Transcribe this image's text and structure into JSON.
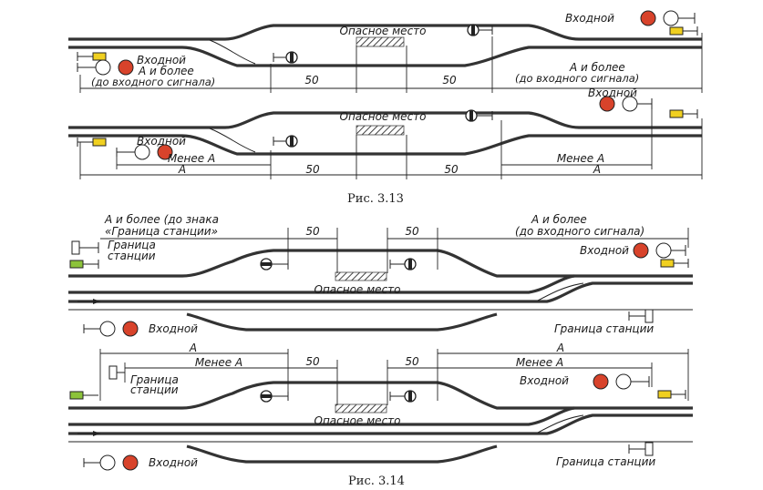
{
  "colors": {
    "track": "#333333",
    "signal_red": "#d8432b",
    "signal_white": "#ffffff",
    "signal_yellow": "#f0d020",
    "signal_green": "#8cc33a",
    "hatch": "#444444"
  },
  "fig313": {
    "caption": "Рис.  3.13",
    "top": {
      "danger": "Опасное место",
      "entry_left": "Входной",
      "entry_right": "Входной",
      "a_more_left_1": "А и более",
      "a_more_left_2": "(до входного сигнала)",
      "a_more_right_1": "А и более",
      "a_more_right_2": "(до входного сигнала)",
      "fifty_left": "50",
      "fifty_right": "50"
    },
    "bottom": {
      "danger": "Опасное место",
      "entry_left": "Входной",
      "entry_right": "Входной",
      "less_a_left": "Менее А",
      "a_left": "А",
      "less_a_right": "Менее А",
      "a_right": "А",
      "fifty_left": "50",
      "fifty_right": "50"
    }
  },
  "fig314": {
    "caption": "Рис.  3.14",
    "top": {
      "a_more_left_1": "А и более (до знака",
      "a_more_left_2": "«Граница станции»",
      "a_more_right_1": "А и более",
      "a_more_right_2": "(до входного сигнала)",
      "boundary_left_1": "Граница",
      "boundary_left_2": "станции",
      "boundary_right": "Граница станции",
      "entry_right": "Входной",
      "entry_left": "Входной",
      "danger": "Опасное место",
      "fifty_left": "50",
      "fifty_right": "50"
    },
    "bottom": {
      "a_left": "А",
      "less_a_left": "Менее А",
      "a_right": "А",
      "less_a_right": "Менее А",
      "boundary_left_1": "Граница",
      "boundary_left_2": "станции",
      "boundary_right": "Граница станции",
      "entry_right": "Входной",
      "entry_left": "Входной",
      "danger": "Опасное место",
      "fifty_left": "50",
      "fifty_right": "50"
    }
  }
}
